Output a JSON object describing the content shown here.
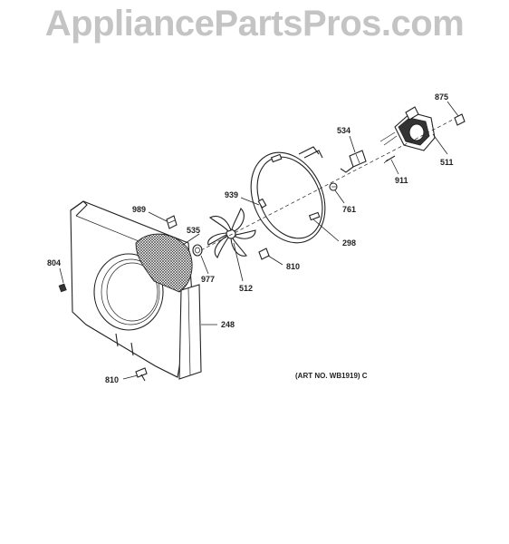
{
  "watermark": "AppliancePartsPros.com",
  "art_number": "(ART NO. WB1919) C",
  "callouts": {
    "p875": "875",
    "p534": "534",
    "p511": "511",
    "p911": "911",
    "p761": "761",
    "p939": "939",
    "p989": "989",
    "p535": "535",
    "p298": "298",
    "p804": "804",
    "p977": "977",
    "p810a": "810",
    "p512": "512",
    "p248": "248",
    "p810b": "810"
  }
}
